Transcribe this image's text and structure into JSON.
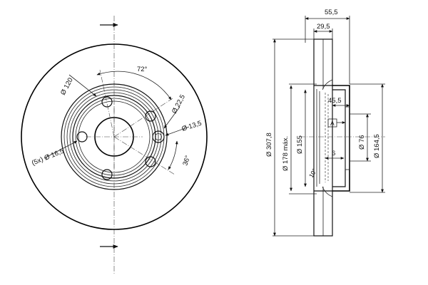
{
  "front_view": {
    "dims": {
      "d120": "Ø 120",
      "a72": "72°",
      "d22_5": "Ø 22,5",
      "d13_5": "Ø 13,5",
      "holes": "(5x) Ø 16,5",
      "a36": "36°"
    }
  },
  "side_view": {
    "dims": {
      "w55_5": "55,5",
      "w29_5": "29,5",
      "w45_5": "45,5",
      "datum": "A",
      "w6": "6",
      "d307_8": "Ø 307,8",
      "d178": "Ø 178 máx.",
      "d155": "Ø 155",
      "d76": "Ø 76",
      "d164_5": "Ø 164,5",
      "r10": "10°"
    }
  }
}
